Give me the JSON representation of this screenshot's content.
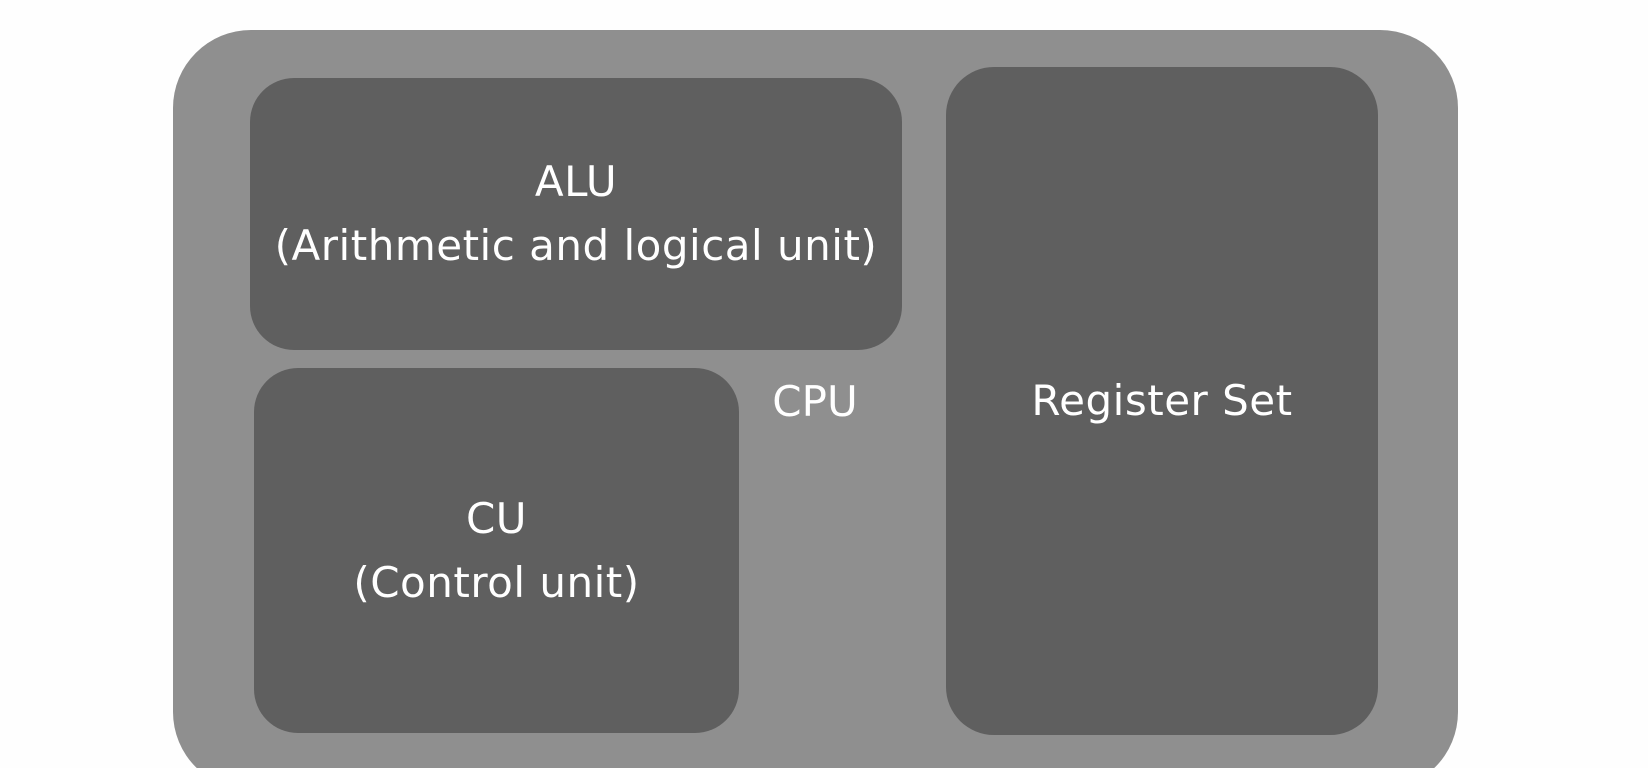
{
  "diagram": {
    "cpu_label": "CPU",
    "alu": {
      "title": "ALU",
      "subtitle": "(Arithmetic and logical unit)"
    },
    "cu": {
      "title": "CU",
      "subtitle": "(Control unit)"
    },
    "register_set": {
      "title": "Register Set"
    },
    "colors": {
      "background": "#fefefe",
      "cpu_fill": "#8f8f8f",
      "block_fill": "#5f5f5f",
      "text": "#ffffff"
    }
  }
}
